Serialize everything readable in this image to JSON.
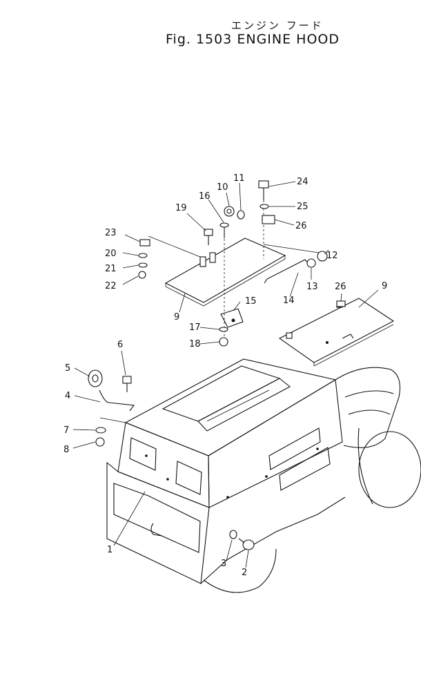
{
  "title": {
    "japanese": "エンジン フード",
    "english": "Fig. 1503 ENGINE HOOD"
  },
  "callouts": [
    "1",
    "2",
    "3",
    "4",
    "5",
    "6",
    "7",
    "8",
    "9",
    "9",
    "10",
    "11",
    "12",
    "13",
    "14",
    "15",
    "16",
    "17",
    "18",
    "19",
    "20",
    "21",
    "22",
    "23",
    "24",
    "25",
    "26",
    "26"
  ]
}
